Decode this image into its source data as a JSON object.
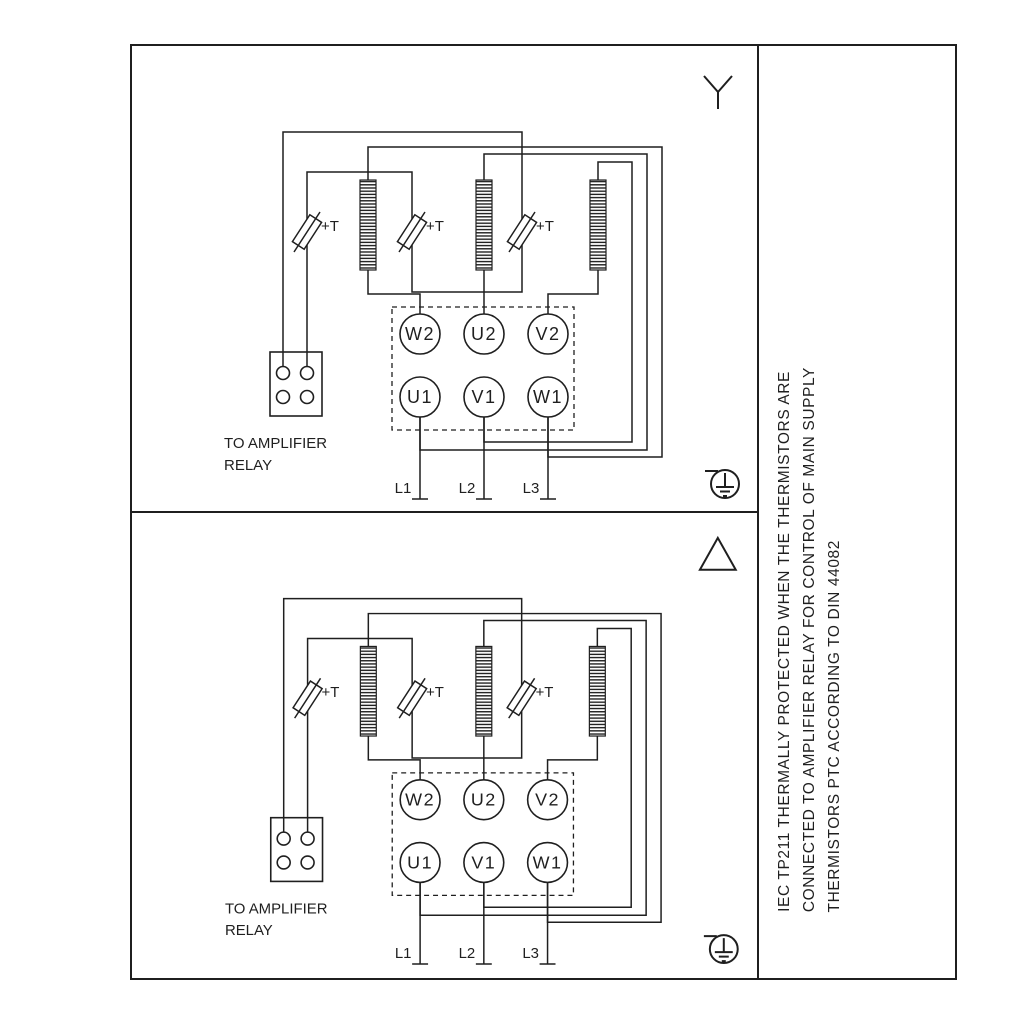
{
  "page": {
    "background_color": "#ffffff",
    "line_color": "#1f1f1f"
  },
  "side_note": {
    "lines": [
      "IEC TP211 THERMALLY PROTECTED WHEN THE THERMISTORS ARE",
      "CONNECTED TO AMPLIFIER RELAY FOR CONTROL OF MAIN SUPPLY",
      "THERMISTORS PTC ACCORDING TO DIN 44082"
    ]
  },
  "panels": [
    {
      "connection": "star",
      "thermistor_labels": [
        "+T",
        "+T",
        "+T"
      ],
      "terminals_top": [
        "W2",
        "U2",
        "V2"
      ],
      "terminals_bottom": [
        "U1",
        "V1",
        "W1"
      ],
      "supply_lines": [
        "L1",
        "L2",
        "L3"
      ],
      "relay_caption_line1": "TO AMPLIFIER",
      "relay_caption_line2": "RELAY"
    },
    {
      "connection": "delta",
      "thermistor_labels": [
        "+T",
        "+T",
        "+T"
      ],
      "terminals_top": [
        "W2",
        "U2",
        "V2"
      ],
      "terminals_bottom": [
        "U1",
        "V1",
        "W1"
      ],
      "supply_lines": [
        "L1",
        "L2",
        "L3"
      ],
      "relay_caption_line1": "TO AMPLIFIER",
      "relay_caption_line2": "RELAY"
    }
  ]
}
